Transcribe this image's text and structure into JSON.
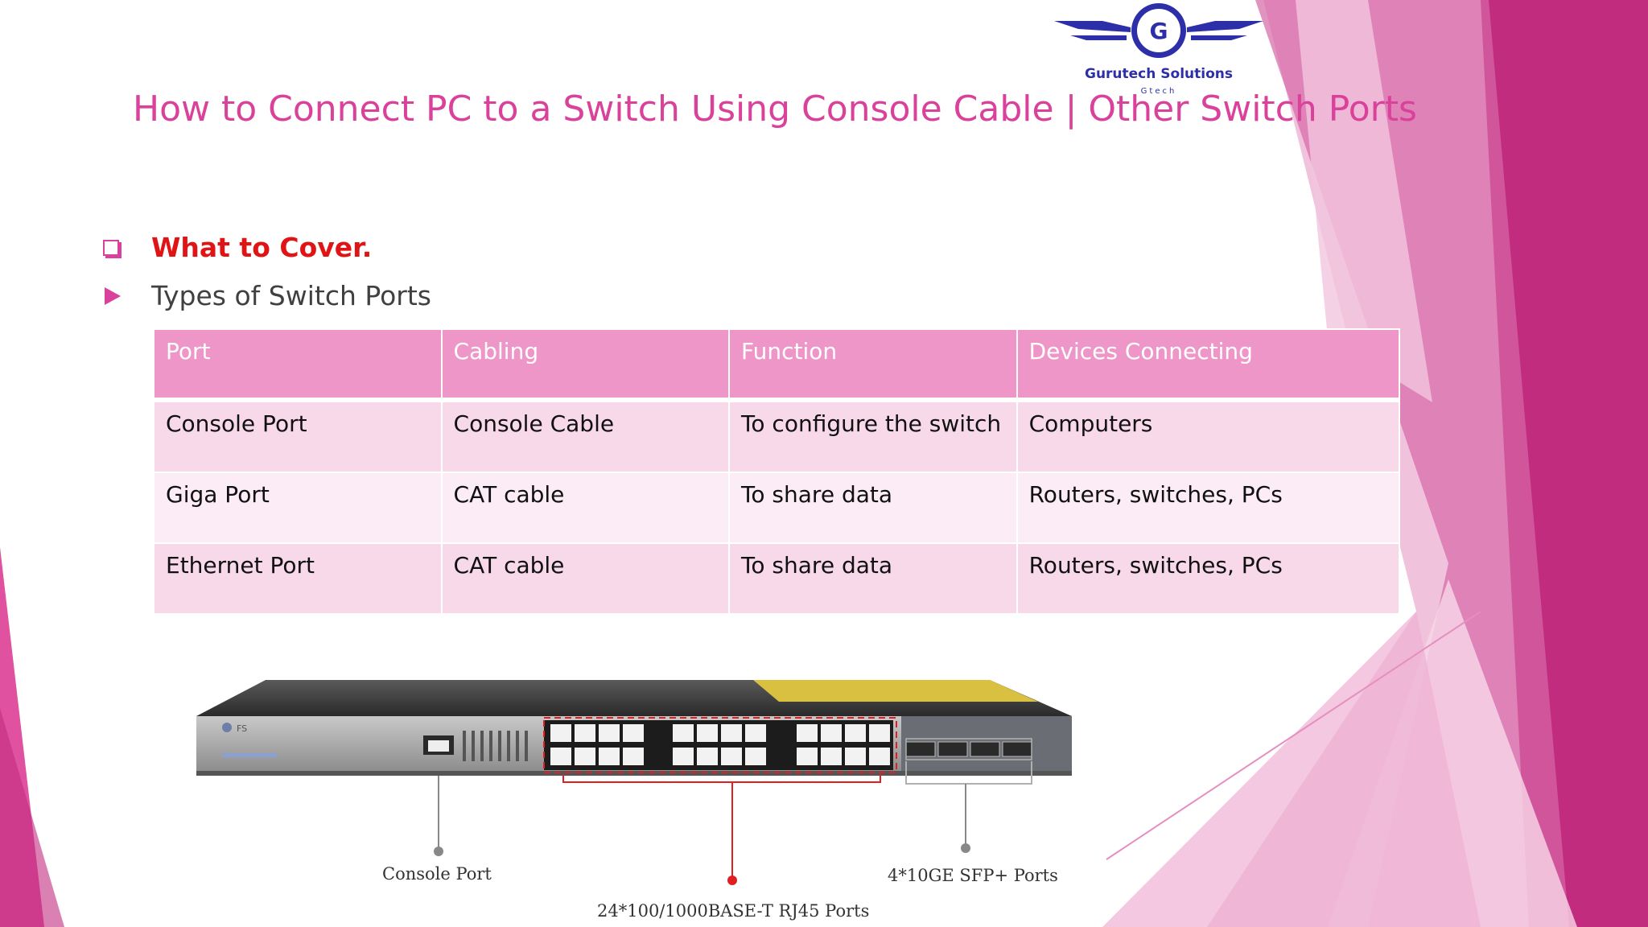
{
  "logo": {
    "letter": "G",
    "name": "Gurutech Solutions",
    "sub": "Gtech"
  },
  "title": "How to Connect PC to a Switch Using Console Cable | Other Switch Ports",
  "bullets": {
    "cover": "What to Cover.",
    "types": "Types of Switch Ports"
  },
  "table": {
    "headers": [
      "Port",
      "Cabling",
      "Function",
      "Devices Connecting"
    ],
    "rows": [
      [
        "Console Port",
        "Console Cable",
        "To configure the switch",
        "Computers"
      ],
      [
        "Giga Port",
        "CAT cable",
        "To share data",
        "Routers, switches, PCs"
      ],
      [
        "Ethernet Port",
        "CAT cable",
        "To share data",
        "Routers, switches, PCs"
      ]
    ]
  },
  "diagram": {
    "console_label": "Console Port",
    "sfp_label": "4*10GE SFP+ Ports",
    "rj45_label": "24*100/1000BASE-T RJ45 Ports",
    "brand": "FS"
  },
  "colors": {
    "accent": "#d9419b",
    "title": "#d9419b",
    "cover": "#e01414",
    "header": "#ef96c8",
    "logo": "#2d2fa8"
  }
}
